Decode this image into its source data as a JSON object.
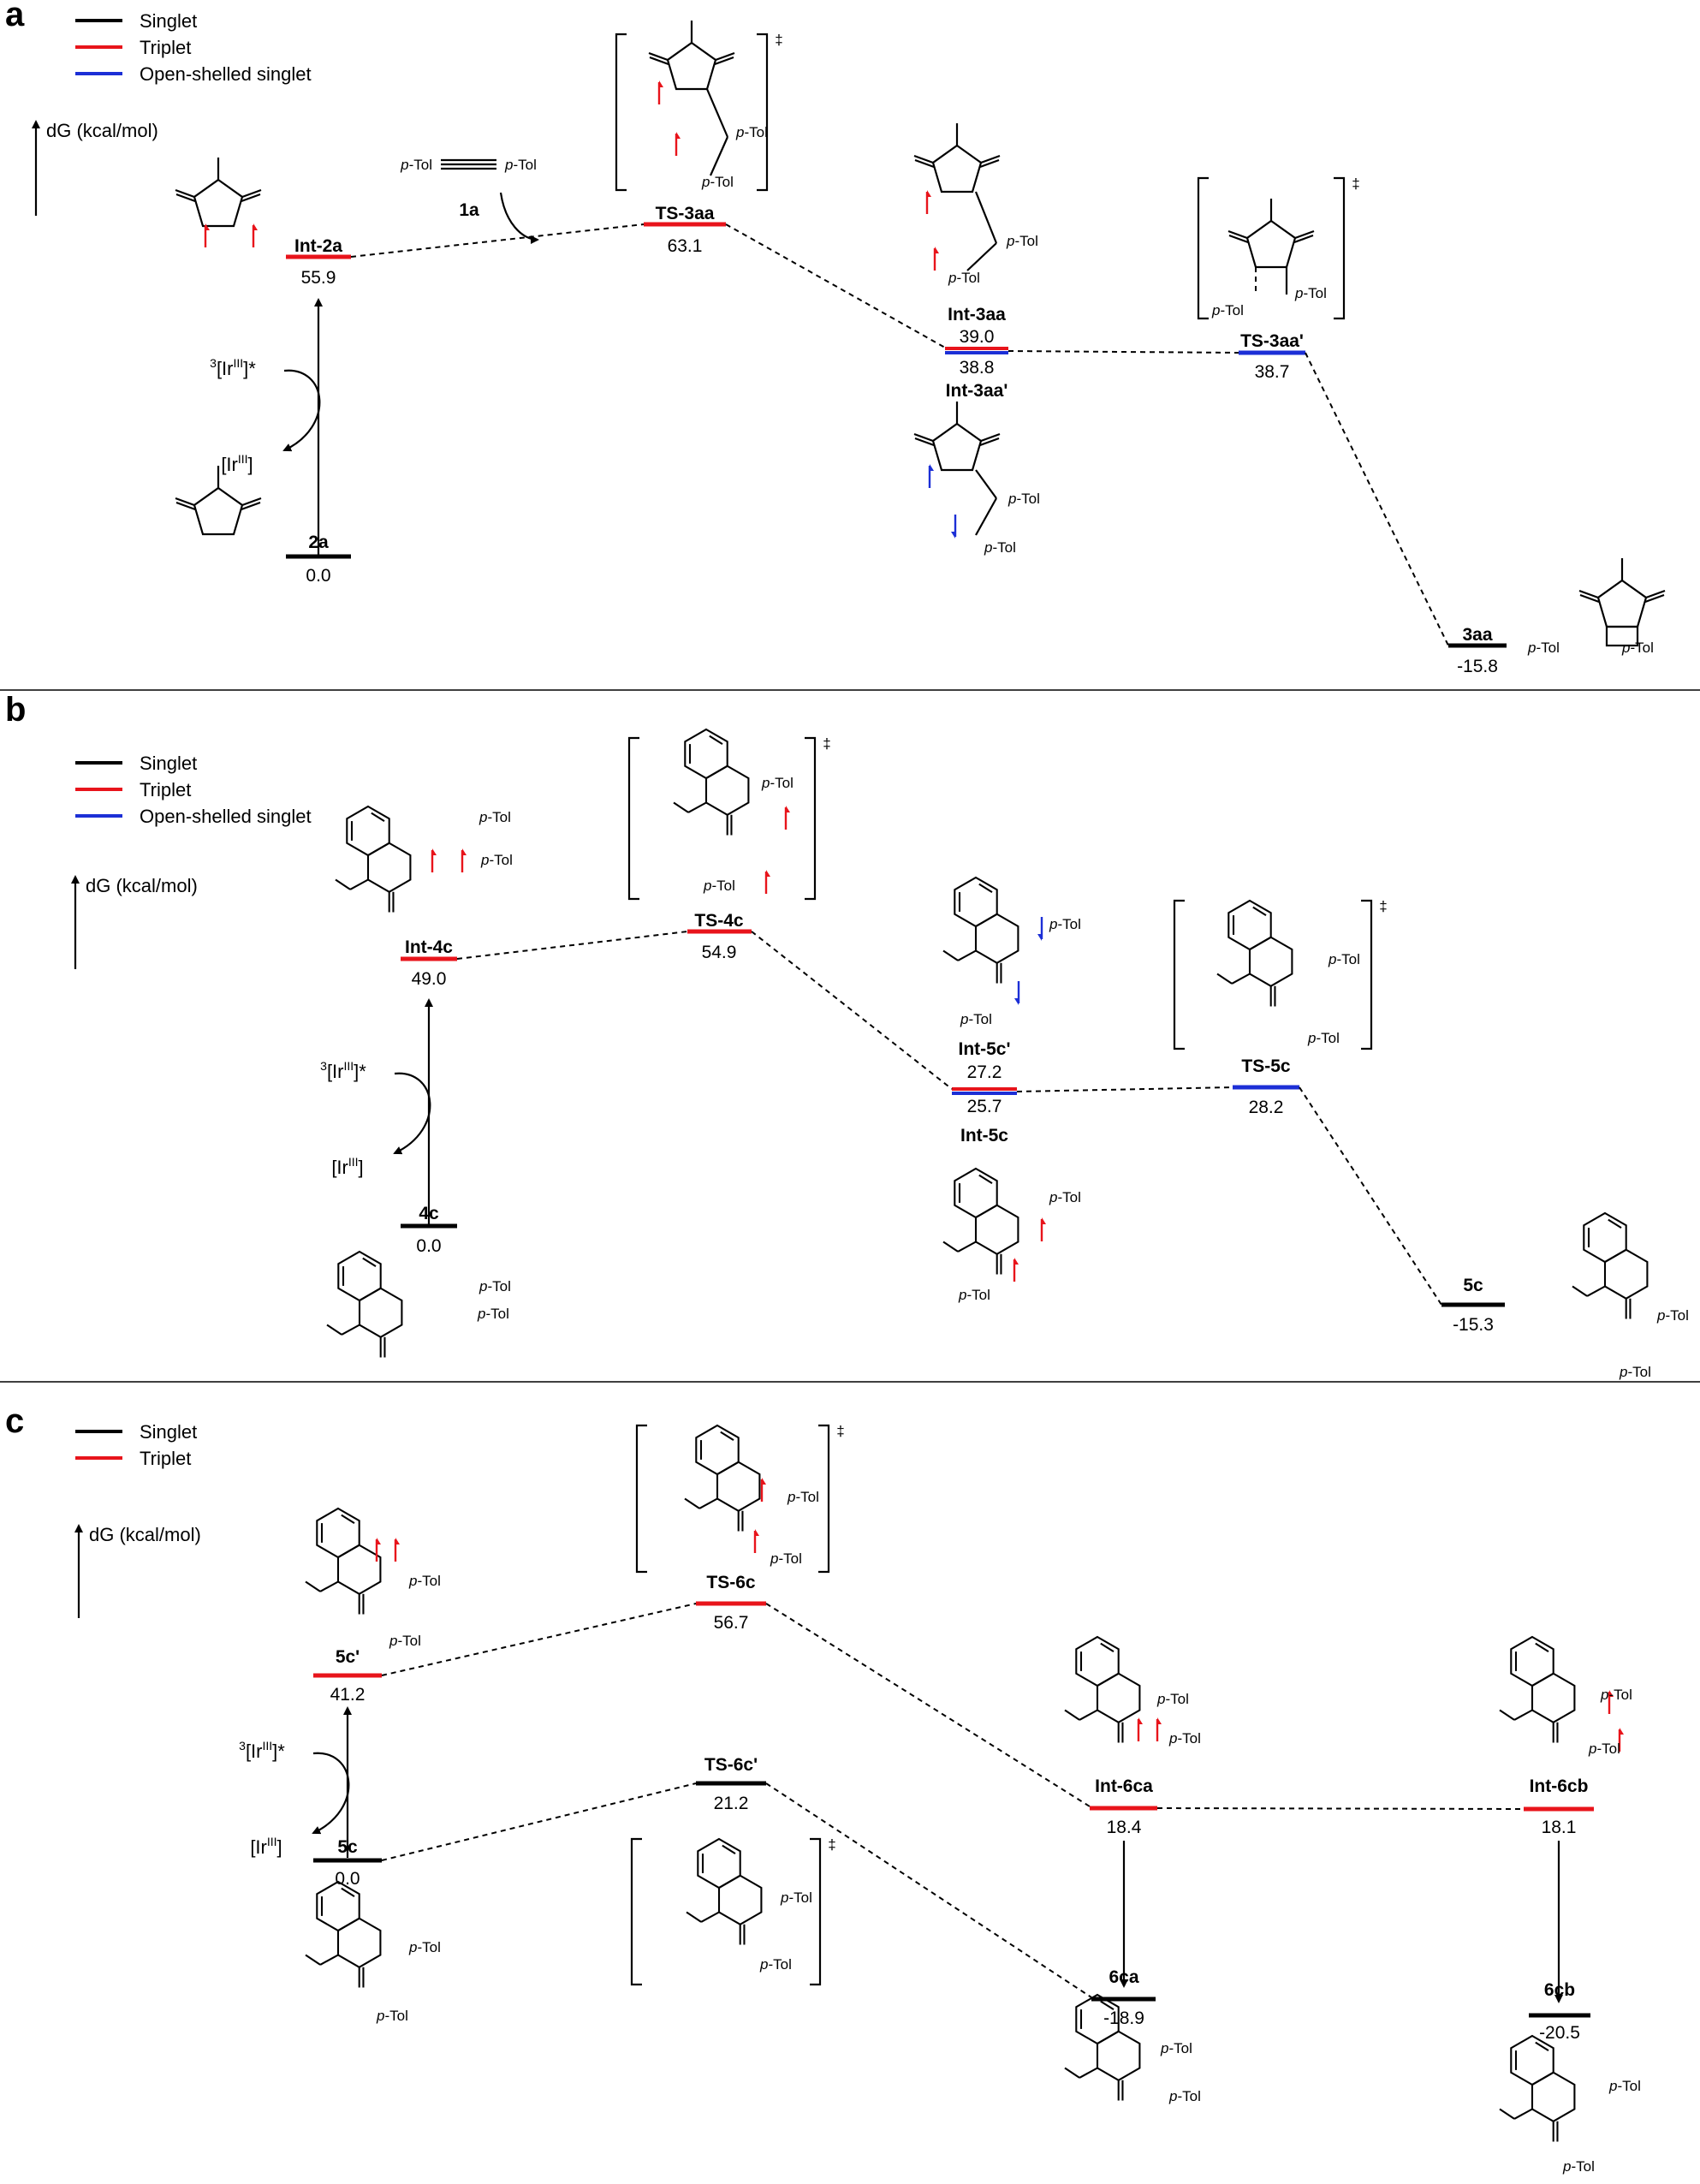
{
  "colors": {
    "singlet": "#000000",
    "triplet": "#e8141b",
    "open_shell_singlet": "#1c2fd6"
  },
  "panels": [
    {
      "label": "a",
      "legend": [
        "Singlet",
        "Triplet",
        "Open-shelled singlet"
      ],
      "ylabel": "dG (kcal/mol)",
      "states": [
        {
          "name": "2a",
          "value": "0.0",
          "type": "singlet"
        },
        {
          "name": "Int-2a",
          "value": "55.9",
          "type": "triplet"
        },
        {
          "name": "TS-3aa",
          "value": "63.1",
          "type": "triplet"
        },
        {
          "name": "Int-3aa",
          "value": "39.0",
          "type": "triplet"
        },
        {
          "name": "Int-3aa'",
          "value": "38.8",
          "type": "open_shell_singlet"
        },
        {
          "name": "TS-3aa'",
          "value": "38.7",
          "type": "open_shell_singlet"
        },
        {
          "name": "3aa",
          "value": "-15.8",
          "type": "singlet"
        }
      ],
      "reagent": "1a",
      "ir_excited": "3[IrIII]*",
      "ir_ground": "[IrIII]",
      "tol": "p-Tol",
      "ts_mark": "‡"
    },
    {
      "label": "b",
      "legend": [
        "Singlet",
        "Triplet",
        "Open-shelled singlet"
      ],
      "ylabel": "dG (kcal/mol)",
      "states": [
        {
          "name": "4c",
          "value": "0.0",
          "type": "singlet"
        },
        {
          "name": "Int-4c",
          "value": "49.0",
          "type": "triplet"
        },
        {
          "name": "TS-4c",
          "value": "54.9",
          "type": "triplet"
        },
        {
          "name": "Int-5c'",
          "value": "27.2",
          "type": "triplet"
        },
        {
          "name": "Int-5c",
          "value": "25.7",
          "type": "open_shell_singlet"
        },
        {
          "name": "TS-5c",
          "value": "28.2",
          "type": "open_shell_singlet"
        },
        {
          "name": "5c",
          "value": "-15.3",
          "type": "singlet"
        }
      ],
      "ir_excited": "3[IrIII]*",
      "ir_ground": "[IrIII]",
      "tol": "p-Tol",
      "ts_mark": "‡"
    },
    {
      "label": "c",
      "legend": [
        "Singlet",
        "Triplet"
      ],
      "ylabel": "dG (kcal/mol)",
      "states": [
        {
          "name": "5c",
          "value": "0.0",
          "type": "singlet"
        },
        {
          "name": "5c'",
          "value": "41.2",
          "type": "triplet"
        },
        {
          "name": "TS-6c",
          "value": "56.7",
          "type": "triplet"
        },
        {
          "name": "TS-6c'",
          "value": "21.2",
          "type": "singlet"
        },
        {
          "name": "Int-6ca",
          "value": "18.4",
          "type": "triplet"
        },
        {
          "name": "Int-6cb",
          "value": "18.1",
          "type": "triplet"
        },
        {
          "name": "6ca",
          "value": "-18.9",
          "type": "singlet"
        },
        {
          "name": "6cb",
          "value": "-20.5",
          "type": "singlet"
        }
      ],
      "ir_excited": "3[IrIII]*",
      "ir_ground": "[IrIII]",
      "tol": "p-Tol",
      "ts_mark": "‡"
    }
  ]
}
